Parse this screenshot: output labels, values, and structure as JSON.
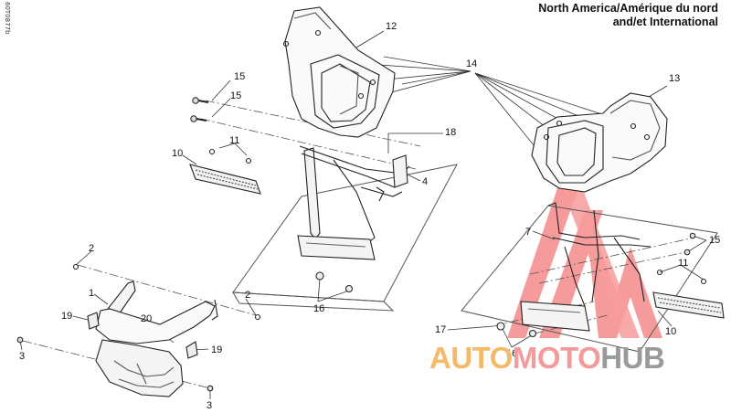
{
  "header": {
    "region_line1": "North America/Amérique du nord",
    "region_line2": "and/et International",
    "ref_code": "60T0877b"
  },
  "callouts": {
    "c1": "1",
    "c2a": "2",
    "c2b": "2",
    "c3a": "3",
    "c3b": "3",
    "c4": "4",
    "c7": "7",
    "c10a": "10",
    "c10b": "10",
    "c11a": "11",
    "c11b": "11",
    "c12": "12",
    "c13": "13",
    "c14": "14",
    "c15a": "15",
    "c15b": "15",
    "c15c": "15",
    "c16a": "16",
    "c16b": "16",
    "c17": "17",
    "c18": "18",
    "c19a": "19",
    "c19b": "19",
    "c20": "20"
  },
  "watermark": {
    "part1": "AUTO",
    "part2": "MOTO",
    "part3": "HUB",
    "colors": {
      "auto": "#f5b96a",
      "moto": "#f39a9a",
      "hub": "#9a9a9a",
      "logo": "#f06a6a"
    }
  }
}
